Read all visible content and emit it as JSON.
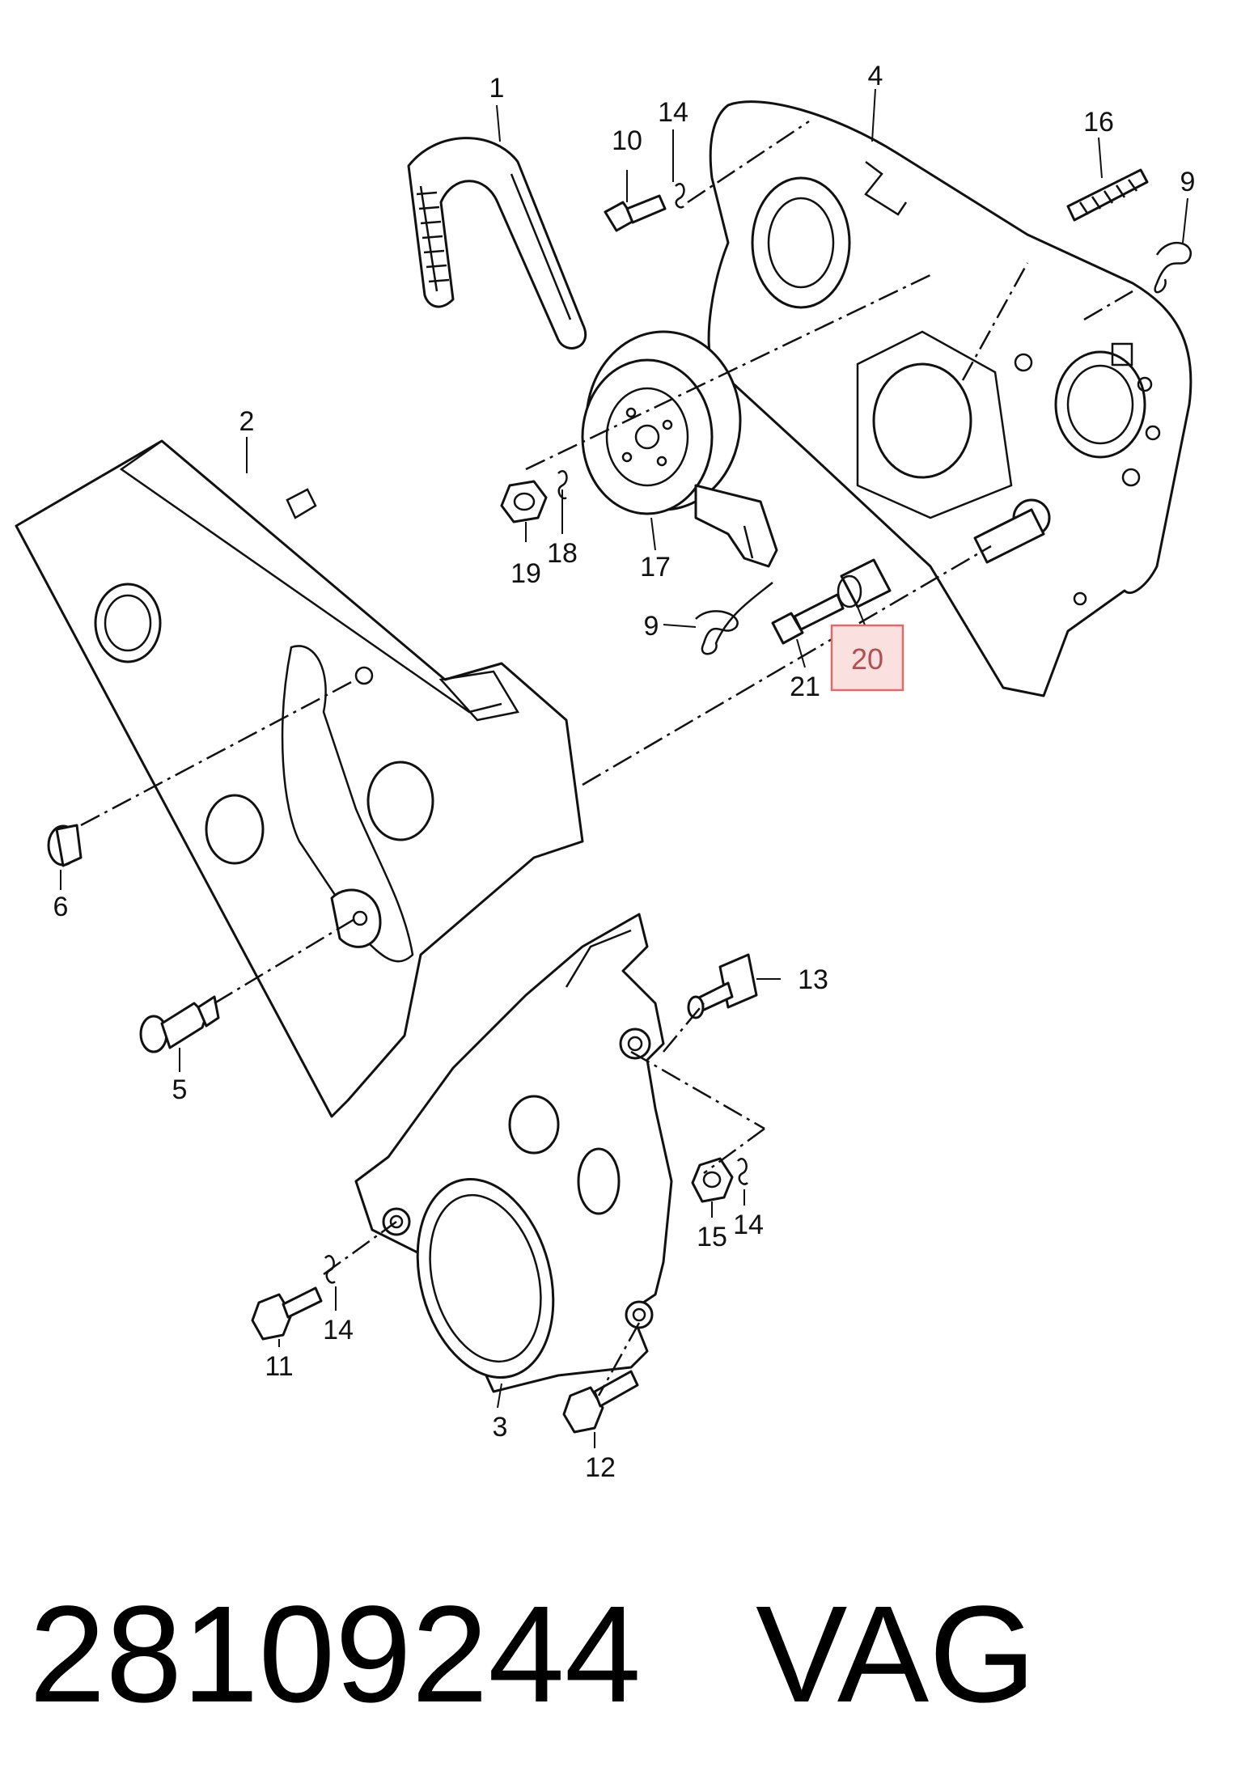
{
  "footer": {
    "part_number": "28109244",
    "brand": "VAG"
  },
  "highlight": {
    "label": "20",
    "color": "#e06a6a",
    "fill": "#fbe0e0"
  },
  "callouts": {
    "c1": "1",
    "c2": "2",
    "c3": "3",
    "c4": "4",
    "c5": "5",
    "c6": "6",
    "c9a": "9",
    "c9b": "9",
    "c10": "10",
    "c11": "11",
    "c12": "12",
    "c13": "13",
    "c14a": "14",
    "c14b": "14",
    "c14c": "14",
    "c15": "15",
    "c16": "16",
    "c17": "17",
    "c18": "18",
    "c19": "19",
    "c21": "21"
  }
}
